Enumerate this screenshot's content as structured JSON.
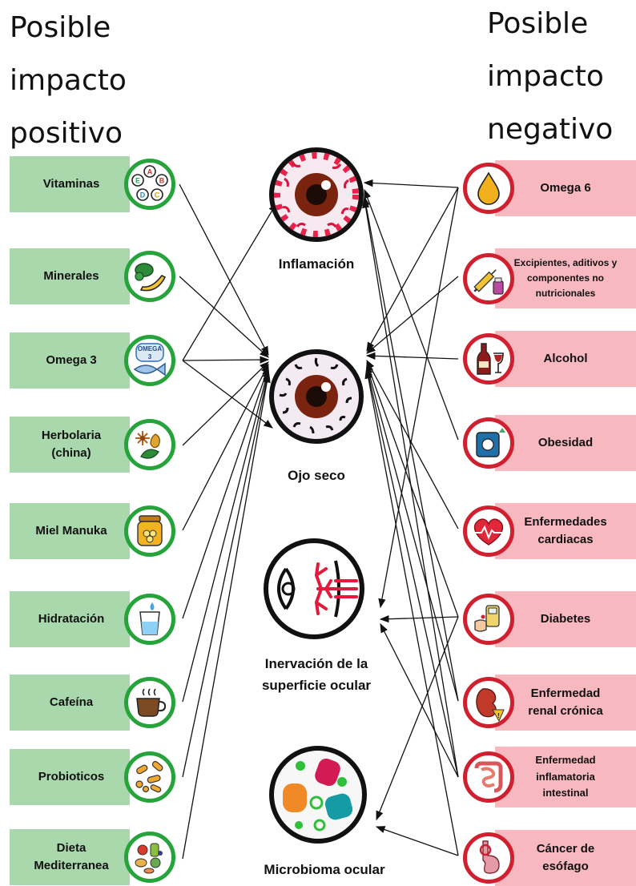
{
  "headings": {
    "positive": [
      "Posible",
      "impacto",
      "positivo"
    ],
    "negative": [
      "Posible",
      "impacto",
      "negativo"
    ]
  },
  "positive": [
    {
      "label": "Vitaminas",
      "icon": "vitamins-icon"
    },
    {
      "label": "Minerales",
      "icon": "minerals-icon"
    },
    {
      "label": "Omega 3",
      "icon": "omega3-fish-icon",
      "icon_text": [
        "OMEGA",
        "3"
      ]
    },
    {
      "label": "Herbolaria\n(china)",
      "icon": "herbs-icon"
    },
    {
      "label": "Miel Manuka",
      "icon": "honey-jar-icon"
    },
    {
      "label": "Hidratación",
      "icon": "water-glass-icon"
    },
    {
      "label": "Cafeína",
      "icon": "coffee-cup-icon"
    },
    {
      "label": "Probioticos",
      "icon": "probiotics-icon"
    },
    {
      "label": "Dieta\nMediterranea",
      "icon": "mediterranean-food-icon"
    }
  ],
  "vitamin_letters": [
    "A",
    "B",
    "C",
    "D",
    "E"
  ],
  "negative": [
    {
      "label": "Omega 6",
      "icon": "oil-drop-icon"
    },
    {
      "label": "Excipientes, aditivos y\ncomponentes no\nnutricionales",
      "icon": "syringe-vial-icon",
      "small": true
    },
    {
      "label": "Alcohol",
      "icon": "wine-bottle-icon"
    },
    {
      "label": "Obesidad",
      "icon": "scale-icon"
    },
    {
      "label": "Enfermedades\ncardiacas",
      "icon": "heart-pulse-icon"
    },
    {
      "label": "Diabetes",
      "icon": "glucometer-icon"
    },
    {
      "label": "Enfermedad\nrenal crónica",
      "icon": "kidney-icon"
    },
    {
      "label": "Enfermedad\ninflamatoria\nintestinal",
      "icon": "intestine-icon",
      "small": true
    },
    {
      "label": "Cáncer de\nesófago",
      "icon": "esophagus-icon"
    }
  ],
  "center": [
    {
      "label": "Inflamación",
      "icon": "inflamed-eye-icon"
    },
    {
      "label": "Ojo seco",
      "icon": "dry-eye-icon"
    },
    {
      "label": "Inervación de la\nsuperficie ocular",
      "icon": "eye-nerve-icon"
    },
    {
      "label": "Microbioma ocular",
      "icon": "microbiome-icon"
    }
  ],
  "links": [
    {
      "from": "positive.0",
      "to": "center.1"
    },
    {
      "from": "positive.1",
      "to": "center.1"
    },
    {
      "from": "positive.2",
      "to": "center.0"
    },
    {
      "from": "positive.2",
      "to": "center.1"
    },
    {
      "from": "positive.2",
      "to": "center.2"
    },
    {
      "from": "positive.3",
      "to": "center.1"
    },
    {
      "from": "positive.4",
      "to": "center.1"
    },
    {
      "from": "positive.5",
      "to": "center.1"
    },
    {
      "from": "positive.6",
      "to": "center.1"
    },
    {
      "from": "positive.7",
      "to": "center.1"
    },
    {
      "from": "positive.8",
      "to": "center.1"
    },
    {
      "from": "negative.0",
      "to": "center.0"
    },
    {
      "from": "negative.0",
      "to": "center.1"
    },
    {
      "from": "negative.0",
      "to": "center.2"
    },
    {
      "from": "negative.1",
      "to": "center.1"
    },
    {
      "from": "negative.2",
      "to": "center.1"
    },
    {
      "from": "negative.3",
      "to": "center.0"
    },
    {
      "from": "negative.4",
      "to": "center.1"
    },
    {
      "from": "negative.5",
      "to": "center.1"
    },
    {
      "from": "negative.5",
      "to": "center.2"
    },
    {
      "from": "negative.5",
      "to": "center.3"
    },
    {
      "from": "negative.6",
      "to": "center.0"
    },
    {
      "from": "negative.6",
      "to": "center.1"
    },
    {
      "from": "negative.7",
      "to": "center.0"
    },
    {
      "from": "negative.7",
      "to": "center.1"
    },
    {
      "from": "negative.7",
      "to": "center.2"
    },
    {
      "from": "negative.8",
      "to": "center.1"
    },
    {
      "from": "negative.8",
      "to": "center.3"
    }
  ],
  "colors": {
    "positive_box": "#a9d8ad",
    "positive_ring": "#27a33b",
    "negative_box": "#f7b8bf",
    "negative_ring": "#d0202f",
    "arrow": "#111111"
  }
}
